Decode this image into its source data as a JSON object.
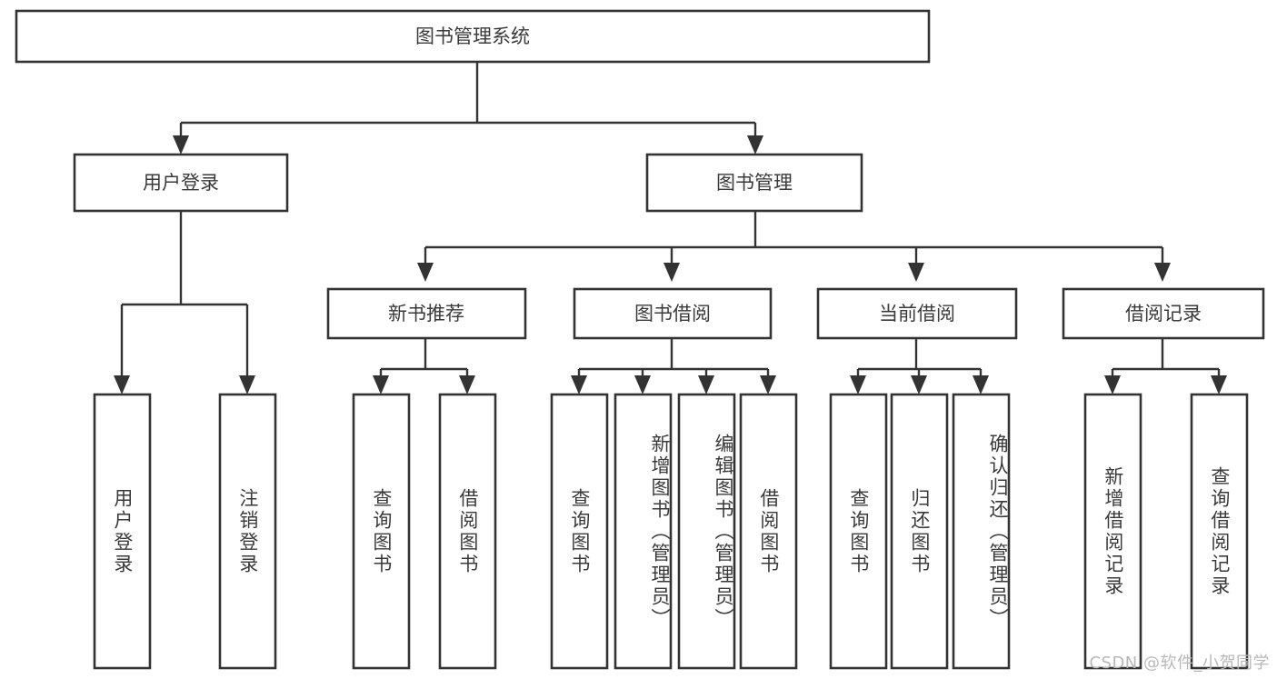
{
  "diagram": {
    "title": "图书管理系统",
    "type": "tree",
    "orientation": "top-down",
    "watermark": "CSDN @软件_小贺同学",
    "colors": {
      "background": "#ffffff",
      "box_stroke": "#333333",
      "box_fill": "#ffffff",
      "text": "#3a3a3a",
      "watermark": "#b8b8b8"
    },
    "levels": {
      "root": {
        "label": "图书管理系统"
      },
      "level2": [
        {
          "label": "用户登录"
        },
        {
          "label": "图书管理"
        }
      ],
      "level3": [
        {
          "label": "新书推荐"
        },
        {
          "label": "图书借阅"
        },
        {
          "label": "当前借阅"
        },
        {
          "label": "借阅记录"
        }
      ],
      "leaves": {
        "user_login": [
          {
            "label": "用户登录"
          },
          {
            "label": "注销登录"
          }
        ],
        "new_book_recommend": [
          {
            "label": "查询图书"
          },
          {
            "label": "借阅图书"
          }
        ],
        "book_borrow": [
          {
            "label": "查询图书"
          },
          {
            "label": "新增图书（管理员）"
          },
          {
            "label": "编辑图书（管理员）"
          },
          {
            "label": "借阅图书"
          }
        ],
        "current_borrow": [
          {
            "label": "查询图书"
          },
          {
            "label": "归还图书"
          },
          {
            "label": "确认归还（管理员）"
          }
        ],
        "borrow_record": [
          {
            "label": "新增借阅记录"
          },
          {
            "label": "查询借阅记录"
          }
        ]
      }
    }
  }
}
